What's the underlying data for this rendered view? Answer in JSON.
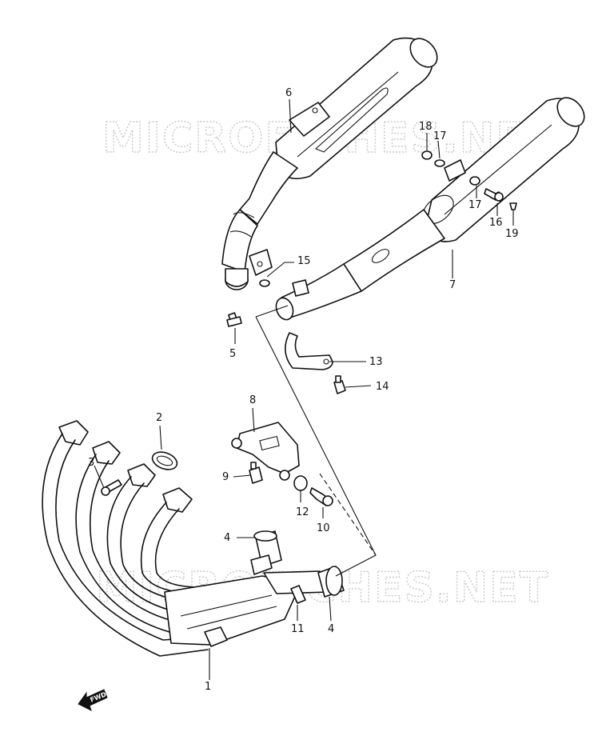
{
  "watermark": "MICROFICHES.NET",
  "fwd_label": "FWD",
  "labels": {
    "p1": "1",
    "p2": "2",
    "p3": "3",
    "p4a": "4",
    "p4b": "4",
    "p5": "5",
    "p6": "6",
    "p7": "7",
    "p8": "8",
    "p9": "9",
    "p10": "10",
    "p11": "11",
    "p12": "12",
    "p13": "13",
    "p14": "14",
    "p15": "15",
    "p16": "16",
    "p17a": "17",
    "p17b": "17",
    "p18": "18",
    "p19": "19"
  }
}
